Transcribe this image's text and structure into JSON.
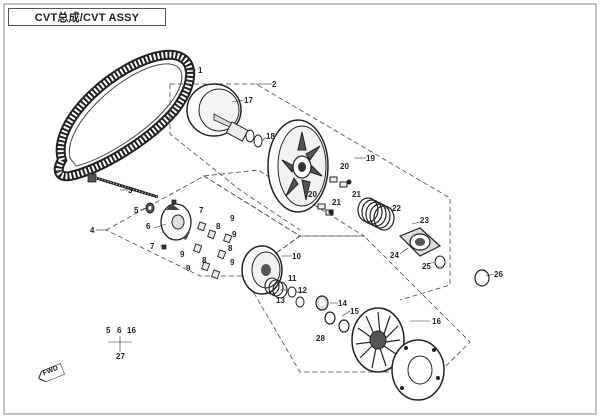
{
  "title": "CVT总成/CVT ASSY",
  "callouts": {
    "c1": "1",
    "c2": "2",
    "c3": "3",
    "c4": "4",
    "c5a": "5",
    "c5b": "5",
    "c6a": "6",
    "c6b": "6",
    "c7a": "7",
    "c7b": "7",
    "c8a": "8",
    "c8b": "8",
    "c8c": "8",
    "c9a": "9",
    "c9b": "9",
    "c9c": "9",
    "c9d": "9",
    "c9e": "9",
    "c10": "10",
    "c11": "11",
    "c12": "12",
    "c13": "13",
    "c14": "14",
    "c15": "15",
    "c16a": "16",
    "c16b": "16",
    "c17": "17",
    "c18": "18",
    "c19": "19",
    "c20a": "20",
    "c20b": "20",
    "c21a": "21",
    "c21b": "21",
    "c22": "22",
    "c23": "23",
    "c24": "24",
    "c25": "25",
    "c26": "26",
    "c27": "27",
    "c28": "28"
  },
  "forward_badge": "FWD"
}
